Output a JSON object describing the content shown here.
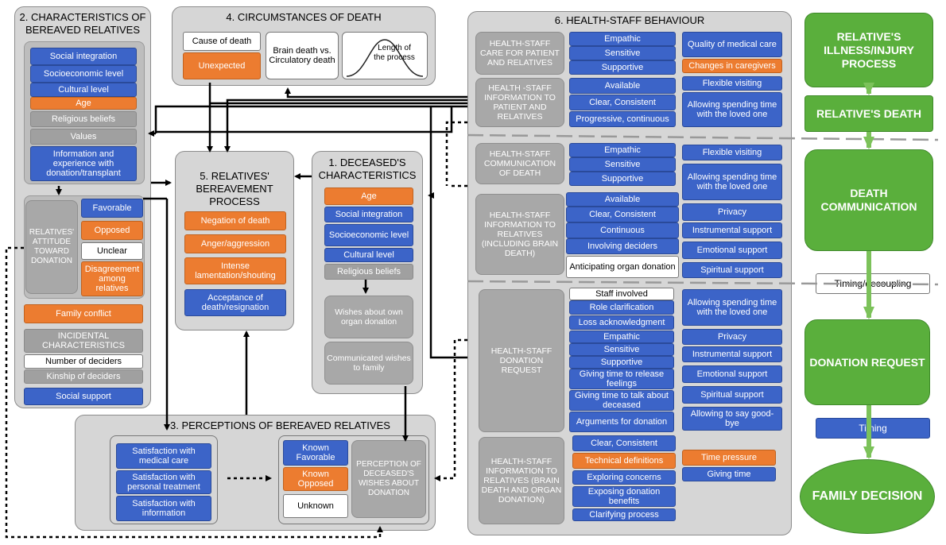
{
  "p2": {
    "title": "2. CHARACTERISTICS OF BEREAVED RELATIVES",
    "items": [
      "Social integration",
      "Socioeconomic level",
      "Cultural level",
      "Age",
      "Religious beliefs",
      "Values",
      "Information and experience with donation/transplant"
    ],
    "attitude": "RELATIVES' ATTITUDE TOWARD DONATION",
    "att_items": [
      "Favorable",
      "Opposed",
      "Unclear",
      "Disagreement among relatives"
    ],
    "family_conflict": "Family conflict",
    "incidental": "INCIDENTAL CHARACTERISTICS",
    "num_deciders": "Number of deciders",
    "kinship": "Kinship of deciders",
    "social_support": "Social support"
  },
  "p4": {
    "title": "4. CIRCUMSTANCES OF DEATH",
    "cause": "Cause of death",
    "unexpected": "Unexpected",
    "brain": "Brain death vs. Circulatory death",
    "length": "Length of the process"
  },
  "p5": {
    "title": "5. RELATIVES' BEREAVEMENT PROCESS",
    "items": [
      "Negation of death",
      "Anger/aggression",
      "Intense lamentation/shouting",
      "Acceptance of death/resignation"
    ]
  },
  "p1": {
    "title": "1. DECEASED'S CHARACTERISTICS",
    "items": [
      "Age",
      "Social integration",
      "Socioeconomic level",
      "Cultural level",
      "Religious beliefs"
    ],
    "wishes": "Wishes about own organ donation",
    "communicated": "Communicated wishes to family"
  },
  "p3": {
    "title": "3. PERCEPTIONS OF BEREAVED RELATIVES",
    "sat": [
      "Satisfaction with medical care",
      "Satisfaction with personal treatment",
      "Satisfaction with information"
    ],
    "known": [
      "Known Favorable",
      "Known Opposed",
      "Unknown"
    ],
    "perception": "PERCEPTION OF DECEASED'S WISHES ABOUT DONATION"
  },
  "p6": {
    "title": "6. HEALTH-STAFF BEHAVIOUR",
    "care": {
      "label": "HEALTH-STAFF CARE FOR PATIENT AND RELATIVES",
      "mid": [
        "Empathic",
        "Sensitive",
        "Supportive"
      ],
      "right": [
        "Quality of medical care",
        "Changes in caregivers"
      ]
    },
    "info1": {
      "label": "HEALTH -STAFF INFORMATION TO PATIENT AND RELATIVES",
      "mid": [
        "Available",
        "Clear, Consistent",
        "Progressive, continuous"
      ],
      "right": [
        "Flexible visiting",
        "Allowing spending time with the loved one"
      ]
    },
    "comm": {
      "label": "HEALTH-STAFF COMMUNICATION OF DEATH",
      "mid": [
        "Empathic",
        "Sensitive",
        "Supportive"
      ],
      "right": [
        "Flexible visiting",
        "Allowing spending time with the loved one"
      ]
    },
    "info2": {
      "label": "HEALTH-STAFF INFORMATION TO RELATIVES (INCLUDING BRAIN DEATH)",
      "mid": [
        "Available",
        "Clear, Consistent",
        "Continuous",
        "Involving deciders",
        "Anticipating organ donation"
      ],
      "right": [
        "Privacy",
        "Instrumental support",
        "Emotional support",
        "Spiritual support"
      ]
    },
    "request": {
      "label": "HEALTH-STAFF DONATION REQUEST",
      "mid": [
        "Staff involved",
        "Role clarification",
        "Loss acknowledgment",
        "Empathic",
        "Sensitive",
        "Supportive",
        "Giving time to release feelings",
        "Giving time to talk about deceased",
        "Arguments for donation"
      ],
      "right": [
        "Allowing spending time with the loved one",
        "Privacy",
        "Instrumental support",
        "Emotional support",
        "Spiritual support",
        "Allowing to say good-bye"
      ]
    },
    "info3": {
      "label": "HEALTH-STAFF INFORMATION TO RELATIVES (BRAIN DEATH AND ORGAN DONATION)",
      "mid": [
        "Clear, Consistent",
        "Technical definitions",
        "Exploring concerns",
        "Exposing donation benefits",
        "Clarifying process"
      ],
      "right": [
        "Time pressure",
        "Giving time"
      ]
    }
  },
  "timeline": {
    "illness": "RELATIVE'S ILLNESS/INJURY PROCESS",
    "death": "RELATIVE'S DEATH",
    "comm": "DEATH COMMUNICATION",
    "timing_decoupling": "Timing/decoupling",
    "request": "DONATION REQUEST",
    "timing": "Timing",
    "decision": "FAMILY DECISION"
  },
  "colors": {
    "blue": "#3c64c8",
    "orange": "#ec7c30",
    "grey": "#a0a0a0",
    "green": "#5aaf3c",
    "panel": "#d6d6d6"
  }
}
